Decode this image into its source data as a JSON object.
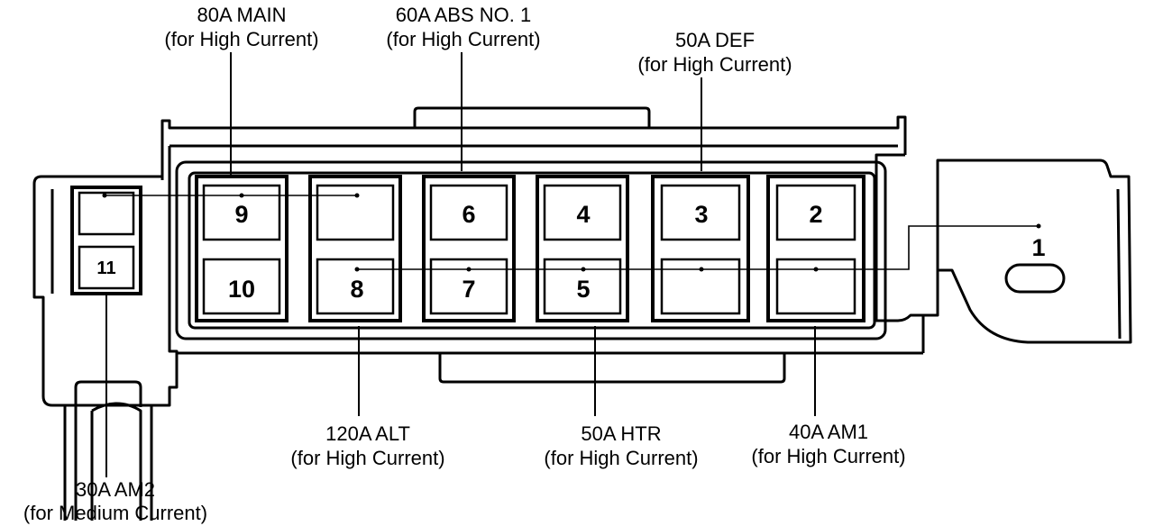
{
  "fuses": [
    {
      "id": "9",
      "number": "9"
    },
    {
      "id": "10",
      "number": "10"
    },
    {
      "id": "8",
      "number": "8"
    },
    {
      "id": "6",
      "number": "6"
    },
    {
      "id": "7",
      "number": "7"
    },
    {
      "id": "4",
      "number": "4"
    },
    {
      "id": "5",
      "number": "5"
    },
    {
      "id": "3",
      "number": "3"
    },
    {
      "id": "2",
      "number": "2"
    },
    {
      "id": "11",
      "number": "11"
    },
    {
      "id": "1",
      "number": "1"
    }
  ],
  "labels": {
    "main": {
      "line1": "80A MAIN",
      "line2": "(for High Current)"
    },
    "abs": {
      "line1": "60A ABS NO. 1",
      "line2": "(for High Current)"
    },
    "def": {
      "line1": "50A DEF",
      "line2": "(for High Current)"
    },
    "alt": {
      "line1": "120A ALT",
      "line2": "(for High Current)"
    },
    "htr": {
      "line1": "50A HTR",
      "line2": "(for High Current)"
    },
    "am1": {
      "line1": "40A AM1",
      "line2": "(for High Current)"
    },
    "am2": {
      "line1": "30A AM2",
      "line2": "(for Medium Current)"
    }
  },
  "colors": {
    "ink": "#000000",
    "paper": "#ffffff"
  }
}
